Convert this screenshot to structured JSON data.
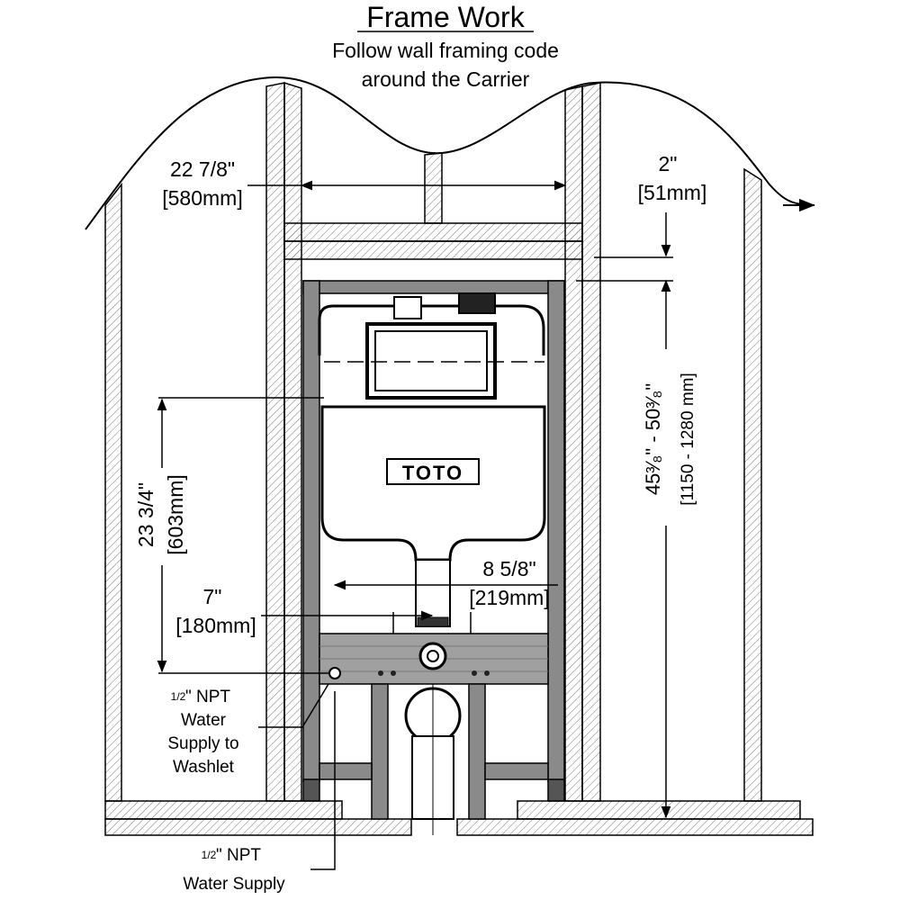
{
  "header": {
    "title": "Frame Work",
    "subtitle_line1": "Follow wall framing code",
    "subtitle_line2": "around the Carrier"
  },
  "dimensions": {
    "stud_spacing": {
      "imperial": "22 7/8\"",
      "metric": "[580mm]"
    },
    "header_gap": {
      "imperial": "2\"",
      "metric": "[51mm]"
    },
    "carrier_height": {
      "imperial": "45³⁄₈\" - 50³⁄₈\"",
      "metric": "[1150 - 1280 mm]"
    },
    "flush_valve_height": {
      "imperial": "23 3/4\"",
      "metric": "[603mm]"
    },
    "supply_offset": {
      "imperial": "7\"",
      "metric": "[180mm]"
    },
    "drain_offset": {
      "imperial": "8 5/8\"",
      "metric": "[219mm]"
    }
  },
  "brand": {
    "logo_text": "TOTO"
  },
  "callouts": {
    "washlet_supply": {
      "fraction": "1/2",
      "line1": "\" NPT",
      "line2": "Water",
      "line3": "Supply to",
      "line4": "Washlet"
    },
    "water_supply": {
      "fraction": "1/2",
      "line1": "\" NPT",
      "line2": "Water Supply"
    }
  },
  "colors": {
    "ink": "#000000",
    "frame_gray": "#8a8a8a",
    "beam_gray": "#a0a0a0",
    "paper": "#ffffff"
  }
}
